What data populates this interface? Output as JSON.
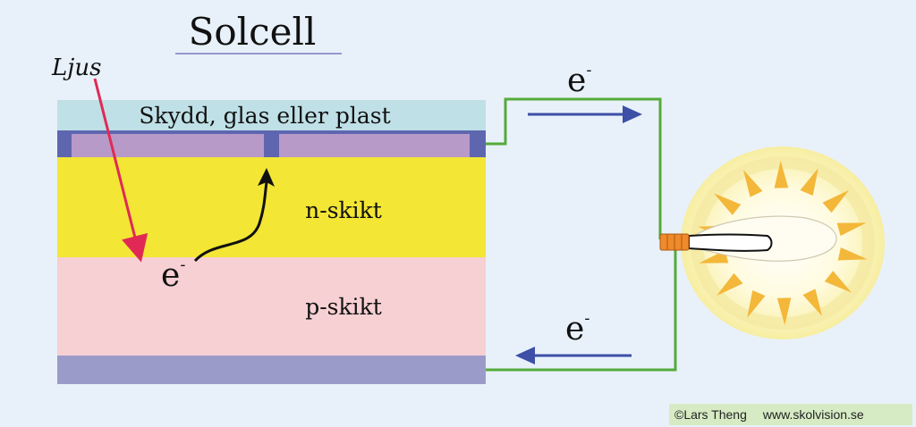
{
  "title": "Solcell",
  "labels": {
    "light": "Ljus",
    "protection": "Skydd, glas eller plast",
    "n_layer": "n-skikt",
    "p_layer": "p-skikt",
    "electron_cell": "e",
    "electron_top": "e",
    "electron_bottom": "e",
    "electron_sup": "-"
  },
  "colors": {
    "background": "#e8f1fa",
    "protection": "#bfe0e6",
    "contact": "#5f66b0",
    "top_electrode": "#b89ac8",
    "n_layer": "#f3e634",
    "p_layer": "#f7d0d3",
    "bottom_contact": "#9b9bc9",
    "wire": "#55aa3a",
    "light_ray": "#e02a55",
    "current_arrow": "#3d4fa6",
    "electron_path": "#111111",
    "bulb_glow": "#fff6c8",
    "bulb_rays": "#f3b73a",
    "bulb_base": "#f08a2a"
  },
  "icons": {
    "bulb": "light-bulb-icon",
    "arrow_right": "arrow-right-icon",
    "arrow_left": "arrow-left-icon"
  },
  "credit": {
    "author": "©Lars Theng",
    "site": "www.skolvision.se"
  }
}
